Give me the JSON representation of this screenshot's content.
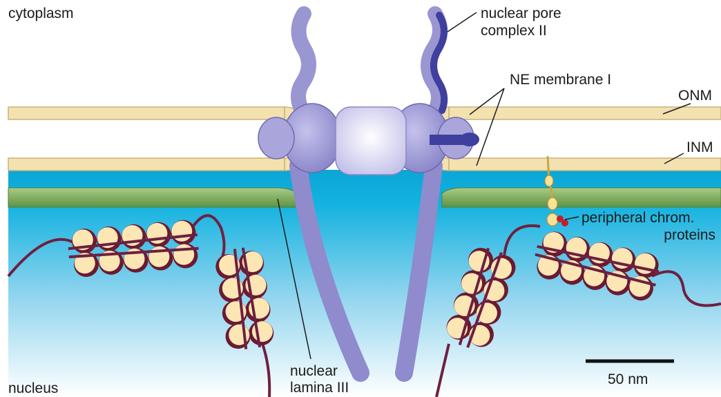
{
  "labels": {
    "cytoplasm": "cytoplasm",
    "nucleus": "nucleus",
    "npc_line1": "nuclear pore",
    "npc_line2": "complex II",
    "ne_membrane": "NE membrane I",
    "onm": "ONM",
    "inm": "INM",
    "peripheral_line1": "peripheral chrom.",
    "peripheral_line2": "proteins",
    "lamina_line1": "nuclear",
    "lamina_line2": "lamina III",
    "scale": "50 nm"
  },
  "colors": {
    "membrane_fill": "#f3e2b0",
    "membrane_edge": "#c9b27a",
    "nucleoplasm_top": "#10a8d8",
    "nucleoplasm_bottom": "#ffffff",
    "lamina": "#7fae5e",
    "pore_protein": "#9a96d2",
    "pore_dark": "#3f3f9e",
    "nucleosome_core": "#fbe6b4",
    "nucleosome_rim": "#6b1a32",
    "dna": "#6e2040"
  }
}
